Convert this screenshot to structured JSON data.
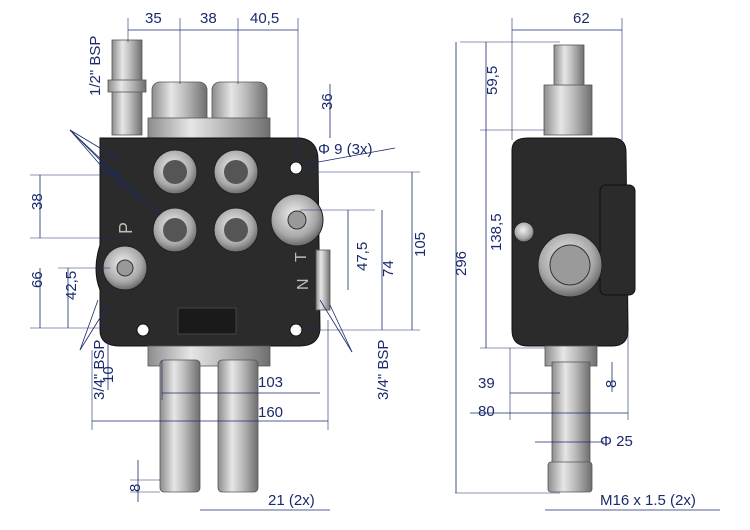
{
  "front_view": {
    "dims_top": [
      "35",
      "38",
      "40,5"
    ],
    "dim_36": "36",
    "dim_hole": "Φ 9 (3x)",
    "label_p": "P",
    "label_t": "T",
    "label_n": "N",
    "dim_38": "38",
    "dim_66": "66",
    "dim_42_5": "42,5",
    "dim_47_5": "47,5",
    "dim_74": "74",
    "dim_105": "105",
    "dim_10": "10",
    "dim_103": "103",
    "dim_160": "160",
    "dim_8": "8",
    "dim_21": "21  (2x)",
    "port_top": "1/2\" BSP",
    "port_left": "3/4\" BSP",
    "port_right": "3/4\" BSP"
  },
  "side_view": {
    "dim_62": "62",
    "dim_59_5": "59,5",
    "dim_138_5": "138,5",
    "dim_296": "296",
    "dim_39": "39",
    "dim_80": "80",
    "dim_8": "8",
    "dim_25": "Φ 25",
    "thread": "M16 x 1.5  (2x)"
  }
}
